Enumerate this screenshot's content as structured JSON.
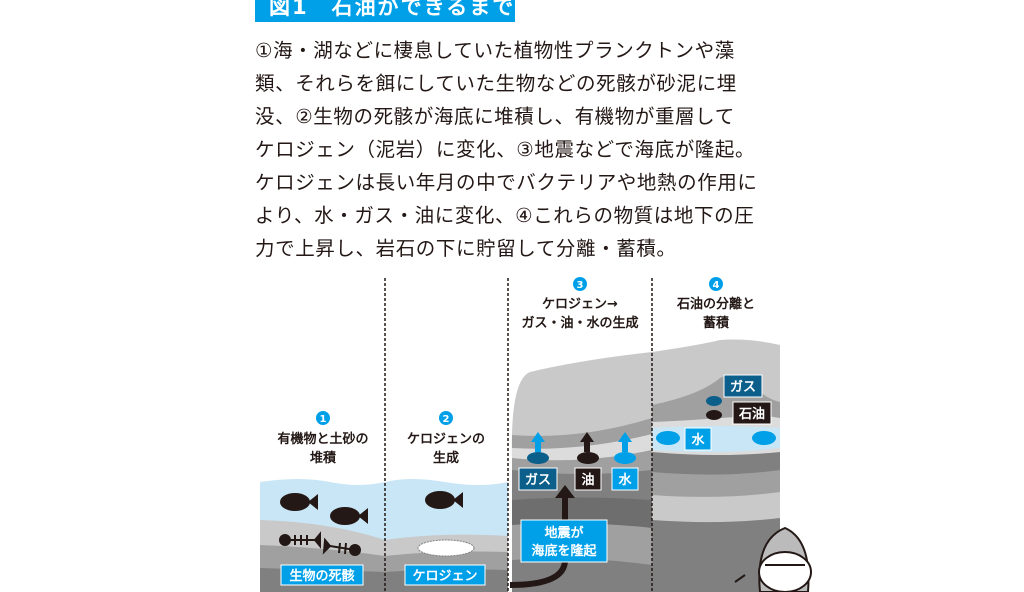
{
  "figure_title": "図1　石油ができるまで",
  "description_lines": [
    "①海・湖などに棲息していた植物性プランクトンや藻",
    "類、それらを餌にしていた生物などの死骸が砂泥に埋",
    "没、②生物の死骸が海底に堆積し、有機物が重層して",
    "ケロジェン（泥岩）に変化、③地震などで海底が隆起。",
    "ケロジェンは長い年月の中でバクテリアや地熱の作用に",
    "より、水・ガス・油に変化、④これらの物質は地下の圧",
    "力で上昇し、岩石の下に貯留して分離・蓄積。"
  ],
  "panels": [
    {
      "number": "1",
      "title_lines": [
        "有機物と土砂の",
        "堆積"
      ],
      "tags": [
        "生物の死骸"
      ]
    },
    {
      "number": "2",
      "title_lines": [
        "ケロジェンの",
        "生成"
      ],
      "tags": [
        "ケロジェン"
      ]
    },
    {
      "number": "3",
      "title_lines": [
        "ケロジェン→",
        "ガス・油・水の生成"
      ],
      "tags": [
        "ガス",
        "油",
        "水"
      ],
      "callout_lines": [
        "地震が",
        "海底を隆起"
      ]
    },
    {
      "number": "4",
      "title_lines": [
        "石油の分離と",
        "蓄積"
      ],
      "tags": [
        "ガス",
        "石油",
        "水"
      ]
    }
  ],
  "colors": {
    "accent": "#00a0e9",
    "gas": "#0b5f8a",
    "oil": "#231815",
    "water": "#c8e6f5"
  }
}
